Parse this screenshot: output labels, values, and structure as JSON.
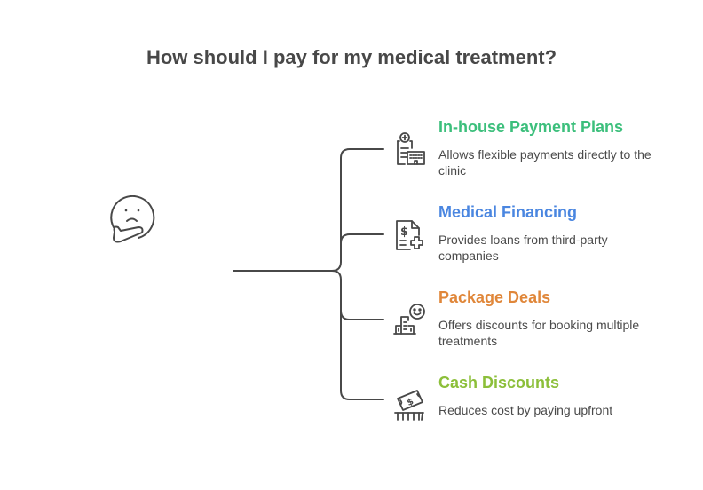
{
  "title": "How should I pay for my medical treatment?",
  "root": {
    "icon": "thinking-face-icon"
  },
  "colors": {
    "line": "#484848",
    "in_house": "#3cbf7c",
    "financing": "#4a86e0",
    "package": "#e0873a",
    "cash": "#8cbf3a"
  },
  "options": [
    {
      "title": "In-house Payment Plans",
      "description": "Allows flexible payments directly to the clinic",
      "icon": "clinic-document-icon",
      "color": "#3cbf7c"
    },
    {
      "title": "Medical Financing",
      "description": "Provides loans from third-party companies",
      "icon": "dollar-document-medical-icon",
      "color": "#4a86e0"
    },
    {
      "title": "Package Deals",
      "description": "Offers discounts for booking multiple treatments",
      "icon": "smiling-building-icon",
      "color": "#e0873a"
    },
    {
      "title": "Cash Discounts",
      "description": "Reduces cost by paying upfront",
      "icon": "cash-drop-icon",
      "color": "#8cbf3a"
    }
  ]
}
